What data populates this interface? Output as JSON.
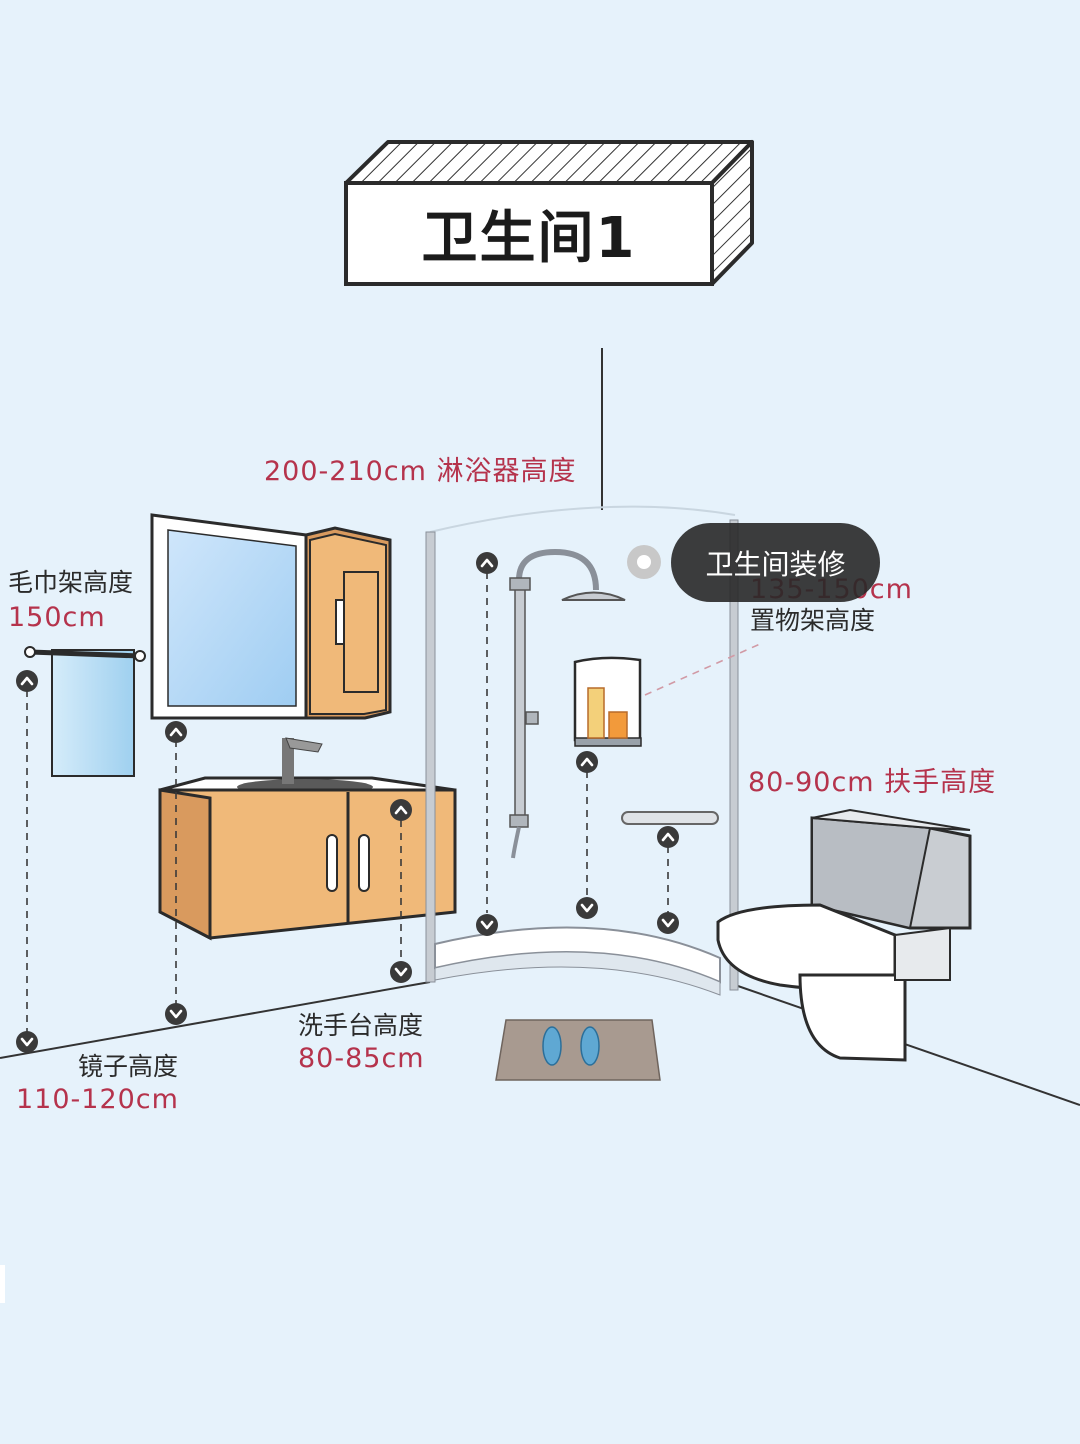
{
  "title": "卫生间1",
  "labels": {
    "shower_height": "200-210cm 淋浴器高度",
    "towel_rack_name": "毛巾架高度",
    "towel_rack_value": "150cm",
    "shelf_value": "135-150cm",
    "shelf_name": "置物架高度",
    "handrail": "80-90cm 扶手高度",
    "basin_name": "洗手台高度",
    "basin_value": "80-85cm",
    "mirror_name": "镜子高度",
    "mirror_value": "110-120cm"
  },
  "tag": {
    "label": "卫生间装修"
  },
  "colors": {
    "background": "#e6f2fb",
    "cabinet": "#f0b979",
    "outline": "#2b2b2b",
    "accent_red": "#b5334c",
    "marker": "#3a3a3a"
  }
}
